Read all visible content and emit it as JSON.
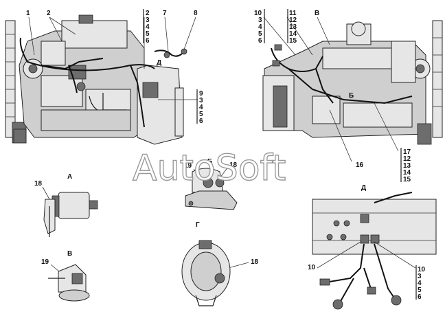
{
  "watermark": "AutoSoft",
  "views": {
    "left": {
      "labels": [
        "1",
        "2",
        "2",
        "3",
        "4",
        "5",
        "6",
        "7",
        "8",
        "Д",
        "9",
        "3",
        "4",
        "5",
        "6"
      ]
    },
    "right": {
      "labels": [
        "10",
        "3",
        "4",
        "5",
        "6",
        "11",
        "12",
        "13",
        "14",
        "15",
        "В",
        "Б",
        "16",
        "17",
        "12",
        "13",
        "14",
        "15"
      ]
    },
    "A": {
      "title": "А",
      "labels": [
        "18"
      ]
    },
    "B": {
      "title": "Б",
      "labels": [
        "19",
        "18"
      ]
    },
    "V": {
      "title": "В",
      "labels": [
        "19"
      ]
    },
    "G": {
      "title": "Г",
      "labels": [
        "18"
      ]
    },
    "D": {
      "title": "Д",
      "labels": [
        "10",
        "10",
        "3",
        "4",
        "5",
        "6"
      ]
    }
  }
}
